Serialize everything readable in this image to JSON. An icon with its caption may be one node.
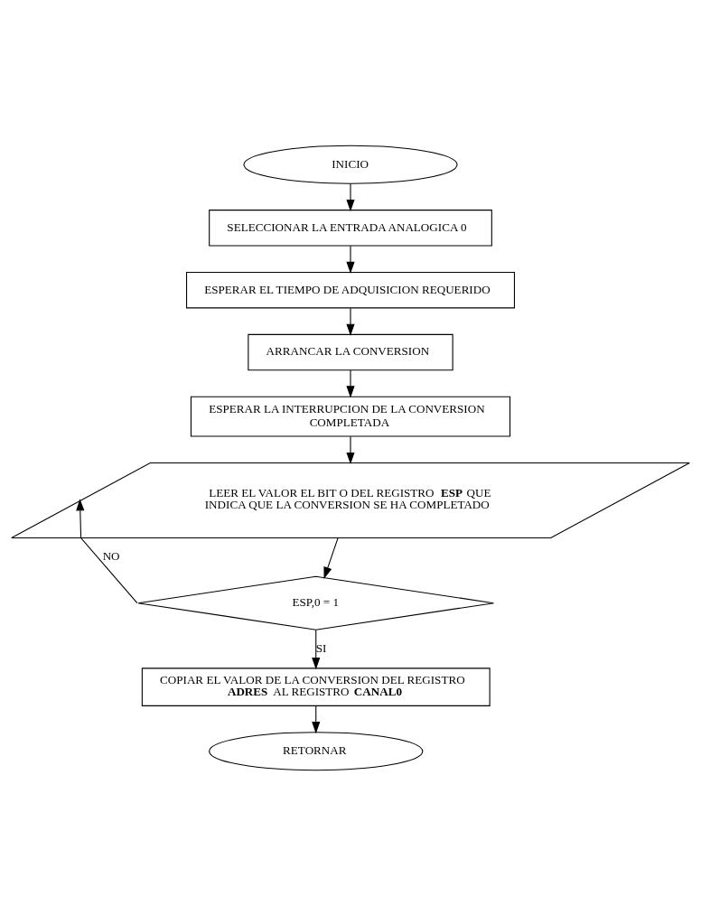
{
  "diagram": {
    "nodes": [
      {
        "text": [
          "INICIO"
        ]
      },
      {
        "text": [
          "SELECCIONAR LA ENTRADA ANALOGICA 0"
        ]
      },
      {
        "text": [
          "ESPERAR EL TIEMPO DE ADQUISICION REQUERIDO"
        ]
      },
      {
        "text": [
          "ARRANCAR LA CONVERSION"
        ]
      },
      {
        "text": [
          "ESPERAR LA INTERRUPCION DE LA CONVERSION COMPLETADA"
        ]
      },
      {
        "text": [
          "LEER EL VALOR EL BIT O DEL REGISTRO **ESP** QUE INDICA QUE LA CONVERSION SE HA COMPLETADO"
        ]
      },
      {
        "text": [
          "ESP,0 = 1"
        ]
      },
      {
        "text": [
          "COPIAR EL VALOR DE LA CONVERSION DEL REGISTRO **ADRES** AL REGISTRO **CANAL0**"
        ]
      },
      {
        "text": [
          "RETORNAR"
        ]
      }
    ],
    "edges": [
      {
        "from": 0,
        "to": 1,
        "arrow": "to"
      },
      {
        "from": 1,
        "to": 2,
        "arrow": "to"
      },
      {
        "from": 2,
        "to": 3,
        "arrow": "to"
      },
      {
        "from": 3,
        "to": 4,
        "arrow": "to"
      },
      {
        "from": 4,
        "to": 5,
        "arrow": "to"
      },
      {
        "from": 5,
        "to": 6,
        "arrow": "to"
      },
      {
        "from": 6,
        "to": 5,
        "arrow": "to",
        "label": "NO"
      },
      {
        "from": 6,
        "to": 7,
        "arrow": "to",
        "label": "SI"
      },
      {
        "from": 7,
        "to": 8,
        "arrow": "to"
      }
    ]
  }
}
